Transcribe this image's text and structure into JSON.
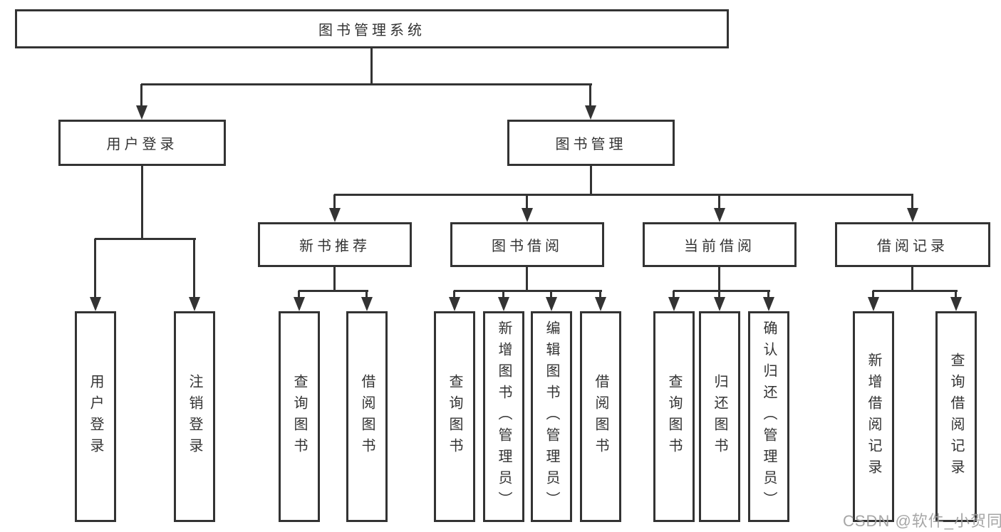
{
  "root": {
    "label": "图书管理系统"
  },
  "branches": {
    "user_login": {
      "label": "用户登录",
      "children": [
        "用户登录",
        "注销登录"
      ]
    },
    "book_mgmt": {
      "label": "图书管理"
    }
  },
  "modules": {
    "new_books": {
      "label": "新书推荐",
      "children": [
        "查询图书",
        "借阅图书"
      ]
    },
    "book_borrow": {
      "label": "图书借阅",
      "children": [
        "查询图书",
        "新增图书（管理员）",
        "编辑图书（管理员）",
        "借阅图书"
      ]
    },
    "current_borrow": {
      "label": "当前借阅",
      "children": [
        "查询图书",
        "归还图书",
        "确认归还（管理员）"
      ]
    },
    "borrow_records": {
      "label": "借阅记录",
      "children": [
        "新增借阅记录",
        "查询借阅记录"
      ]
    }
  },
  "watermark": {
    "text": "CSDN @软件_小贺同学"
  },
  "colors": {
    "line": "#333333",
    "text": "#333333",
    "background": "#ffffff",
    "watermark": "#9e9e9e"
  }
}
